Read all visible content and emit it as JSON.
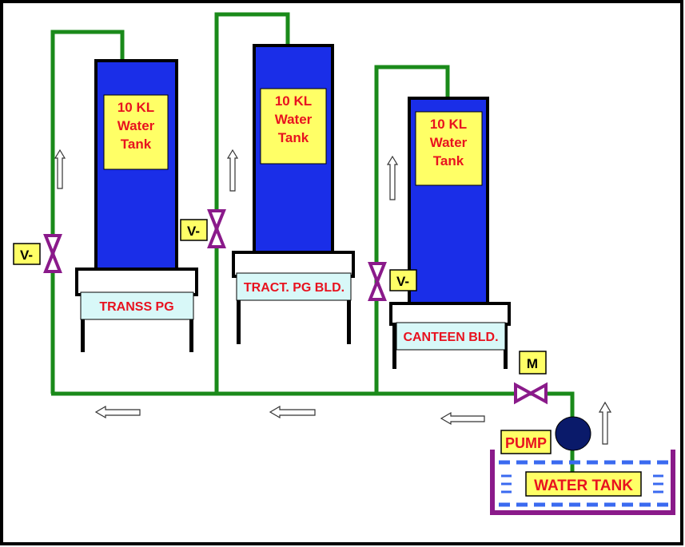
{
  "colors": {
    "pipe": "#1a8a1a",
    "tank_blue": "#1a2ee8",
    "label_yellow": "#ffff66",
    "label_text_red": "#e8121f",
    "base_cyan": "#d8f8f8",
    "valve_purple": "#8a1a8a",
    "sump_purple": "#8a1a8a",
    "pump_navy": "#0a1a6a",
    "water_dash": "#3a6af0"
  },
  "tanks": [
    {
      "line1": "10 KL",
      "line2": "Water",
      "line3": "Tank",
      "building": "TRANSS PG"
    },
    {
      "line1": "10 KL",
      "line2": "Water",
      "line3": "Tank",
      "building": "TRACT. PG BLD."
    },
    {
      "line1": "10 KL",
      "line2": "Water",
      "line3": "Tank",
      "building": "CANTEEN  BLD."
    }
  ],
  "valves": [
    {
      "label": "V-"
    },
    {
      "label": "V-"
    },
    {
      "label": "V-"
    }
  ],
  "main_valve": {
    "label": "M"
  },
  "pump": {
    "label": "PUMP"
  },
  "sump": {
    "label": "WATER TANK"
  },
  "icons": [
    "up-arrow-icon",
    "left-arrow-icon",
    "valve-icon"
  ]
}
